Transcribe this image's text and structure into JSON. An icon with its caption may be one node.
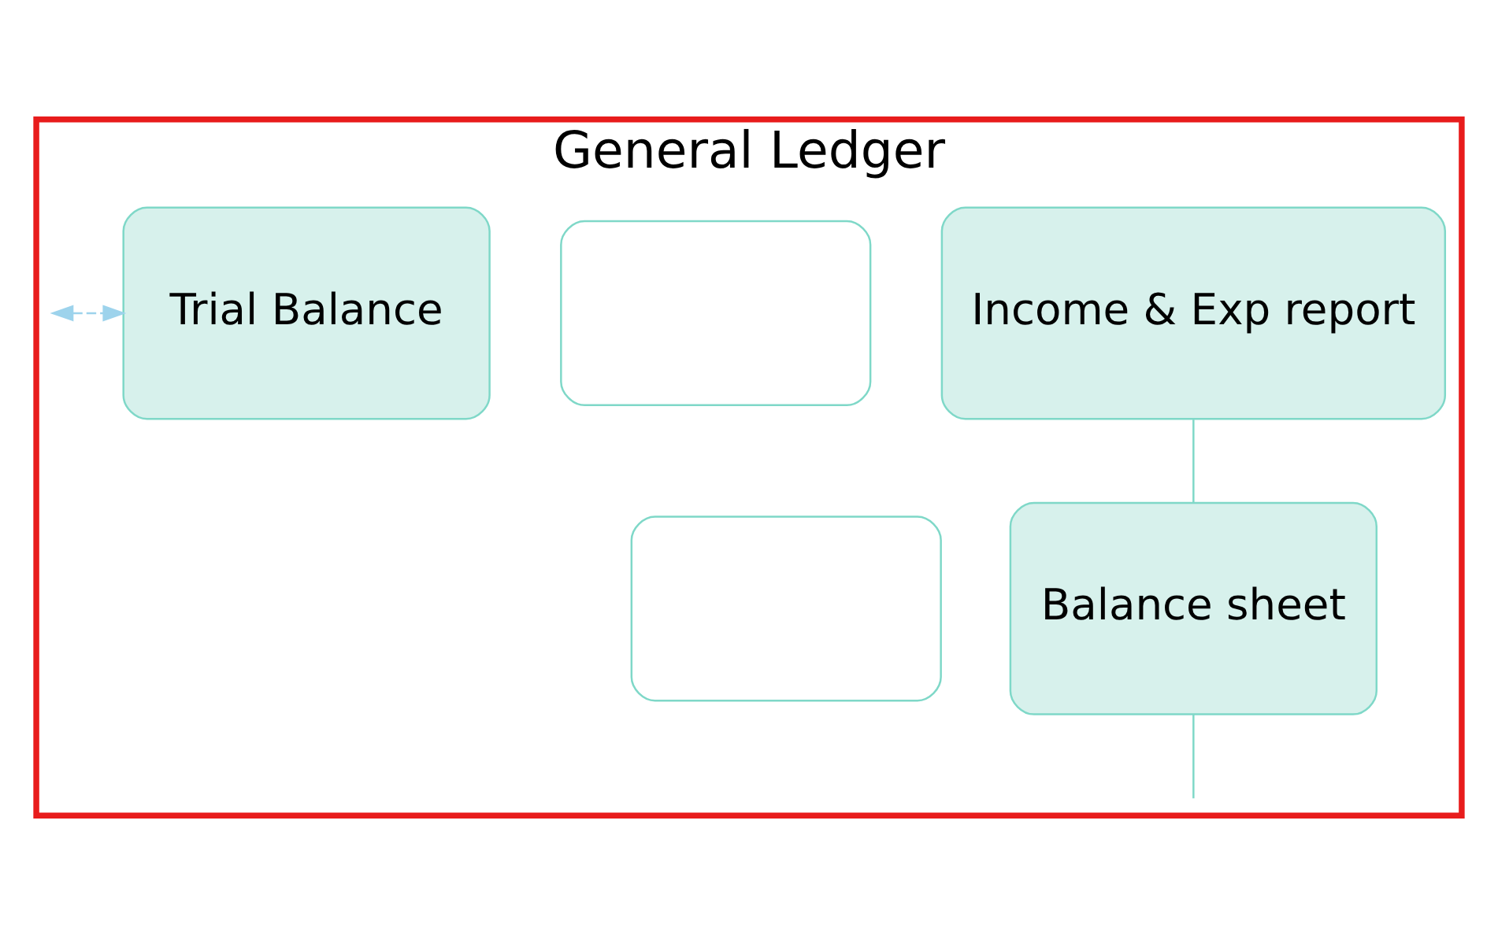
{
  "diagram": {
    "nodes": [
      {
        "text": [
          "General Ledger"
        ]
      },
      {
        "text": [],
        "shape": "box",
        "in": 0
      },
      {
        "text": [
          "Income & Exp report"
        ],
        "in": 0
      },
      {
        "text": [],
        "shape": "box",
        "in": 0
      },
      {
        "text": [
          "Balance sheet"
        ],
        "in": 0
      },
      {
        "text": [
          "Trial Balance"
        ],
        "in": 0
      }
    ],
    "edges": [
      {
        "from": 2,
        "to": 4,
        "arrow": "none"
      },
      {
        "from": 4,
        "to": null,
        "arrow": "none"
      },
      {
        "from": null,
        "to": 5,
        "arrow": "both",
        "style": "dashed",
        "color": "#9dd3ec"
      }
    ]
  }
}
